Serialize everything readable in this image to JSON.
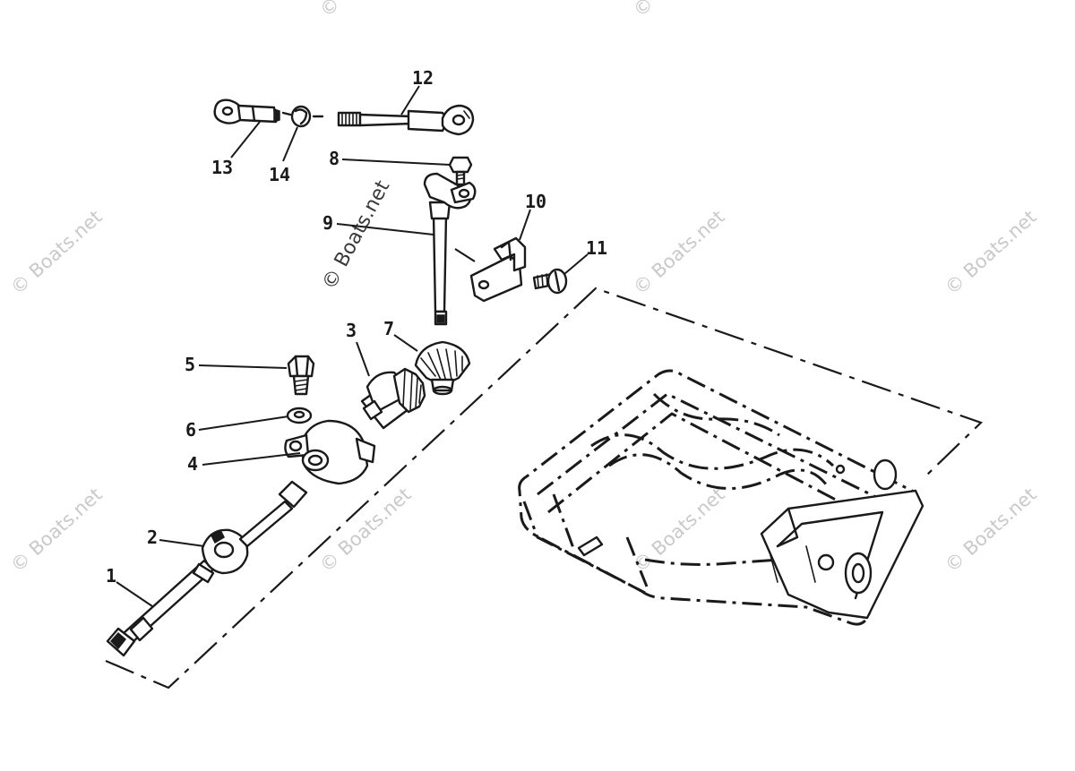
{
  "watermarks": {
    "site": "© Boats.net",
    "main": "© Boats.net"
  },
  "callouts": {
    "c1": "1",
    "c2": "2",
    "c3": "3",
    "c4": "4",
    "c5": "5",
    "c6": "6",
    "c7": "7",
    "c8": "8",
    "c9": "9",
    "c10": "10",
    "c11": "11",
    "c12": "12",
    "c13": "13",
    "c14": "14"
  }
}
